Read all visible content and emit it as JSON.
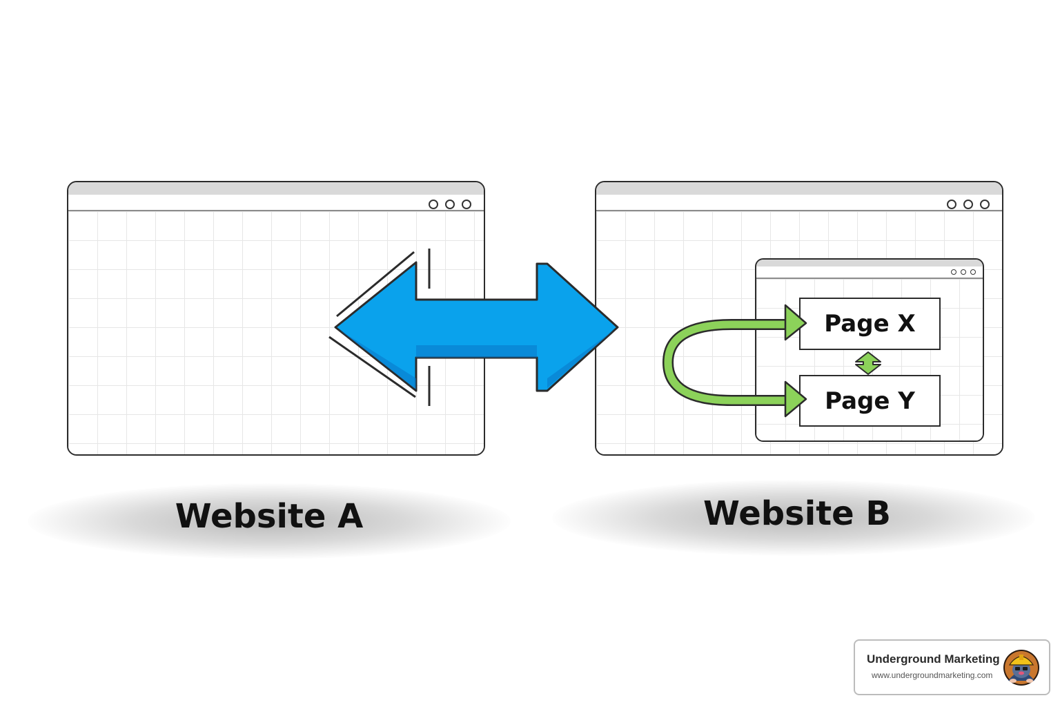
{
  "diagram": {
    "website_a_label": "Website A",
    "website_b_label": "Website B",
    "page_x_label": "Page X",
    "page_y_label": "Page Y"
  },
  "colors": {
    "blue_arrow": "#0aa2ec",
    "blue_arrow_dark": "#0a76c8",
    "green_arrow": "#8cd25a",
    "outline": "#2b2b2b"
  },
  "icons": [
    "window-dots-icon",
    "double-arrow-icon",
    "loop-arrow-icon",
    "vertical-double-arrow-icon",
    "mole-mascot-icon"
  ],
  "brand": {
    "name": "Underground Marketing",
    "url": "www.undergroundmarketing.com"
  }
}
